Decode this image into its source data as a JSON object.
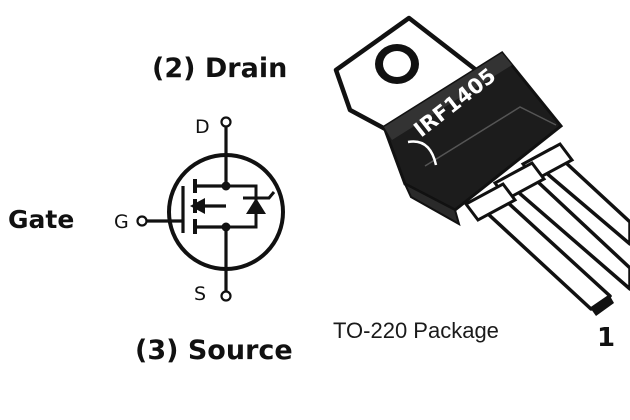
{
  "labels": {
    "drain_title": "(2) Drain",
    "source_title": "(3) Source",
    "gate_title": "Gate",
    "pin_d": "D",
    "pin_g": "G",
    "pin_s": "S",
    "package": "TO-220 Package",
    "part_number": "IRF1405",
    "pin_number": "1"
  },
  "colors": {
    "ink": "#111111",
    "package_body": "#1c1c1c",
    "tab_metal": "#ffffff"
  }
}
